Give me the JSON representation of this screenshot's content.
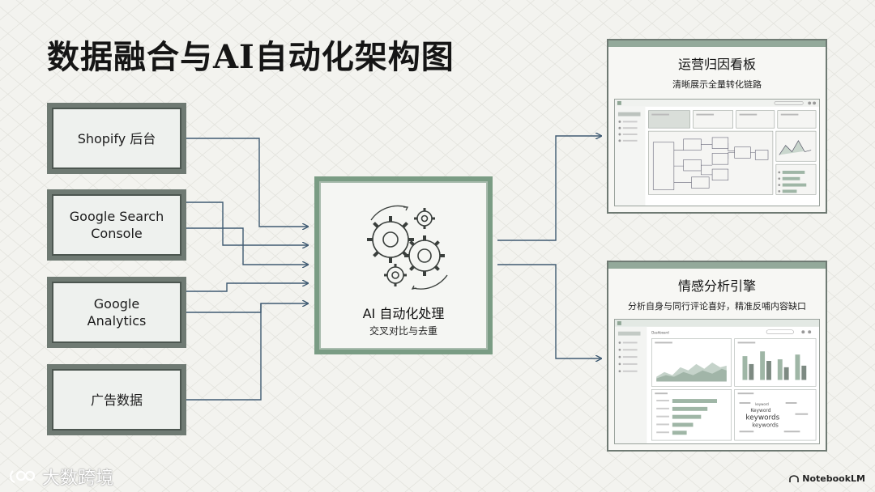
{
  "title": "数据融合与AI自动化架构图",
  "sources": [
    {
      "label": "Shopify 后台"
    },
    {
      "label": "Google Search\nConsole"
    },
    {
      "label": "Google\nAnalytics"
    },
    {
      "label": "广告数据"
    }
  ],
  "core": {
    "title": "AI 自动化处理",
    "subtitle": "交叉对比与去重",
    "icon": "gears-icon"
  },
  "outputs": [
    {
      "title": "运营归因看板",
      "subtitle": "清晰展示全量转化链路"
    },
    {
      "title": "情感分析引擎",
      "subtitle": "分析自身与同行评论喜好，精准反哺内容缺口"
    }
  ],
  "mock_sentiment": {
    "dashboard_label": "Dashboard",
    "keywords": [
      "keyword",
      "Keyword",
      "keywords",
      "keywords"
    ]
  },
  "footer": {
    "watermark": "大数跨境",
    "brand": "NotebookLM"
  },
  "colors": {
    "frame": "#6f7a73",
    "core_frame": "#7a9c84",
    "connector": "#3f5a72",
    "accent_green": "#9fb6a6"
  }
}
